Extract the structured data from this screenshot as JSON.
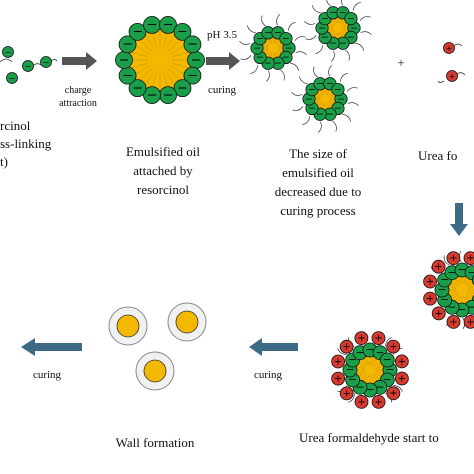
{
  "labels": {
    "resorcinol_line1": "rcinol",
    "resorcinol_line2": "ss-linking",
    "resorcinol_line3": "t)",
    "charge_attraction_1": "charge",
    "charge_attraction_2": "attraction",
    "ph": "pH 3.5",
    "curing_top": "curing",
    "emulsified_1": "Emulsified oil",
    "emulsified_2": "attached by",
    "emulsified_3": "resorcinol",
    "size_1": "The size of",
    "size_2": "emulsified oil",
    "size_3": "decreased due to",
    "size_4": "curing process",
    "plus": "+",
    "urea_top": "Urea fo",
    "curing_mid": "curing",
    "curing_left": "curing",
    "wall_formation": "Wall formation",
    "urea_start": "Urea formaldehyde start to"
  },
  "colors": {
    "oil_core": "#f5b800",
    "resorcinol_green": "#1a9e4a",
    "urea_red": "#d63a2f",
    "arrow_gray": "#555555",
    "arrow_blue": "#3d6a85",
    "wall_gray": "#cfcfcf"
  }
}
